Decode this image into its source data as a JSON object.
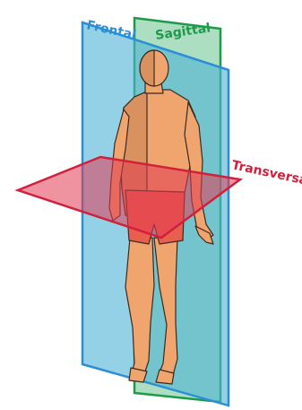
{
  "labels": {
    "frontal": "Frontal",
    "sagittal": "Sagittal",
    "transversal": "Transversal"
  },
  "colors": {
    "frontal": "#2a8fd6",
    "frontal_fill": "#4fb3d6",
    "sagittal": "#1f9a4a",
    "sagittal_fill": "#67c28e",
    "transversal": "#d21f3c",
    "transversal_fill": "#e23a52",
    "skin": "#f0a56f",
    "skin_shadow": "#c98253",
    "shorts": "#e8604d",
    "outline": "#3a2a22"
  }
}
